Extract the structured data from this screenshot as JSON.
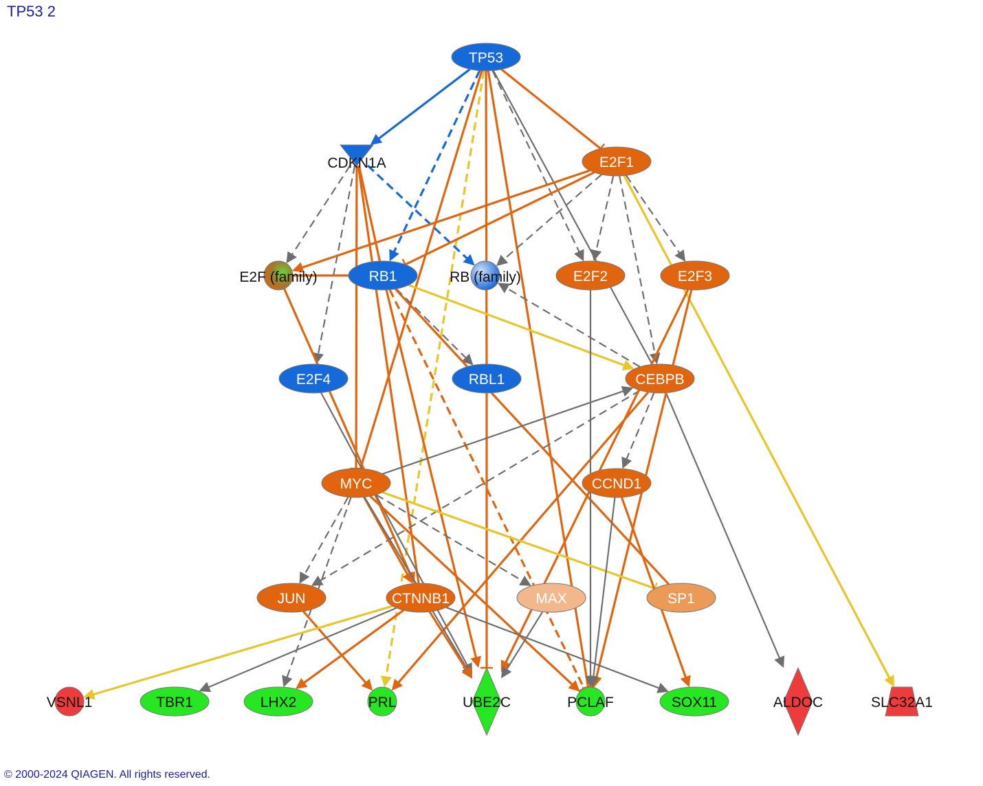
{
  "title": "TP53 2",
  "footer": "© 2000-2024 QIAGEN. All rights reserved.",
  "colors": {
    "blue": "#1669d8",
    "orange": "#e0650e",
    "light_orange": "#eb9a58",
    "pale_orange": "#f2b78d",
    "yellow": "#e8c62a",
    "gray": "#6e6e6e",
    "green": "#27e622",
    "red": "#ee3b3b"
  },
  "nodes": [
    {
      "id": "TP53",
      "label": "TP53",
      "shape": "ellipse",
      "fill": "blue"
    },
    {
      "id": "CDKN1A",
      "label": "CDKN1A",
      "shape": "triangle-down",
      "fill": "blue"
    },
    {
      "id": "E2F1",
      "label": "E2F1",
      "shape": "ellipse",
      "fill": "orange"
    },
    {
      "id": "E2Ffam",
      "label": "E2F (family)",
      "shape": "circle",
      "fill": "orange-green"
    },
    {
      "id": "RB1",
      "label": "RB1",
      "shape": "ellipse",
      "fill": "blue"
    },
    {
      "id": "RBfam",
      "label": "RB (family)",
      "shape": "circle",
      "fill": "blue-gradient"
    },
    {
      "id": "E2F2",
      "label": "E2F2",
      "shape": "ellipse",
      "fill": "orange"
    },
    {
      "id": "E2F3",
      "label": "E2F3",
      "shape": "ellipse",
      "fill": "orange"
    },
    {
      "id": "E2F4",
      "label": "E2F4",
      "shape": "ellipse",
      "fill": "blue"
    },
    {
      "id": "RBL1",
      "label": "RBL1",
      "shape": "ellipse",
      "fill": "blue"
    },
    {
      "id": "CEBPB",
      "label": "CEBPB",
      "shape": "ellipse",
      "fill": "orange"
    },
    {
      "id": "MYC",
      "label": "MYC",
      "shape": "ellipse",
      "fill": "orange"
    },
    {
      "id": "CCND1",
      "label": "CCND1",
      "shape": "ellipse",
      "fill": "orange"
    },
    {
      "id": "JUN",
      "label": "JUN",
      "shape": "ellipse",
      "fill": "orange"
    },
    {
      "id": "CTNNB1",
      "label": "CTNNB1",
      "shape": "ellipse",
      "fill": "orange"
    },
    {
      "id": "MAX",
      "label": "MAX",
      "shape": "ellipse",
      "fill": "pale_orange"
    },
    {
      "id": "SP1",
      "label": "SP1",
      "shape": "ellipse",
      "fill": "light_orange"
    },
    {
      "id": "VSNL1",
      "label": "VSNL1",
      "shape": "circle",
      "fill": "red"
    },
    {
      "id": "TBR1",
      "label": "TBR1",
      "shape": "ellipse",
      "fill": "green"
    },
    {
      "id": "LHX2",
      "label": "LHX2",
      "shape": "ellipse",
      "fill": "green"
    },
    {
      "id": "PRL",
      "label": "PRL",
      "shape": "circle",
      "fill": "green"
    },
    {
      "id": "UBE2C",
      "label": "UBE2C",
      "shape": "diamond",
      "fill": "green"
    },
    {
      "id": "PCLAF",
      "label": "PCLAF",
      "shape": "circle",
      "fill": "green"
    },
    {
      "id": "SOX11",
      "label": "SOX11",
      "shape": "ellipse",
      "fill": "green"
    },
    {
      "id": "ALDOC",
      "label": "ALDOC",
      "shape": "diamond",
      "fill": "red"
    },
    {
      "id": "SLC32A1",
      "label": "SLC32A1",
      "shape": "trapezoid",
      "fill": "red"
    }
  ],
  "edges": [
    {
      "from": "TP53",
      "to": "CDKN1A",
      "color": "blue",
      "style": "solid",
      "head": "arrow"
    },
    {
      "from": "TP53",
      "to": "RB1",
      "color": "blue",
      "style": "dashed",
      "head": "arrow"
    },
    {
      "from": "TP53",
      "to": "E2F1",
      "color": "orange",
      "style": "solid",
      "head": "bar"
    },
    {
      "from": "TP53",
      "to": "PRL",
      "color": "yellow",
      "style": "dashed",
      "head": "arrow"
    },
    {
      "from": "TP53",
      "to": "RBL1",
      "color": "orange",
      "style": "solid",
      "head": "none"
    },
    {
      "from": "TP53",
      "to": "MYC",
      "color": "orange",
      "style": "solid",
      "head": "none"
    },
    {
      "from": "TP53",
      "to": "PCLAF",
      "color": "orange",
      "style": "solid",
      "head": "bar"
    },
    {
      "from": "TP53",
      "to": "E2F2",
      "color": "gray",
      "style": "dashed",
      "head": "arrow"
    },
    {
      "from": "TP53",
      "to": "CEBPB",
      "color": "gray",
      "style": "solid",
      "head": "none"
    },
    {
      "from": "CDKN1A",
      "to": "RBfam",
      "color": "blue",
      "style": "dashed",
      "head": "arrow"
    },
    {
      "from": "CDKN1A",
      "to": "RB1",
      "color": "orange",
      "style": "solid",
      "head": "none"
    },
    {
      "from": "CDKN1A",
      "to": "E2Ffam",
      "color": "gray",
      "style": "dashed",
      "head": "arrow"
    },
    {
      "from": "CDKN1A",
      "to": "E2F4",
      "color": "gray",
      "style": "dashed",
      "head": "arrow"
    },
    {
      "from": "CDKN1A",
      "to": "MYC",
      "color": "orange",
      "style": "solid",
      "head": "bar"
    },
    {
      "from": "CDKN1A",
      "to": "CTNNB1",
      "color": "orange",
      "style": "solid",
      "head": "none"
    },
    {
      "from": "E2F1",
      "to": "E2Ffam",
      "color": "orange",
      "style": "solid",
      "head": "arrow"
    },
    {
      "from": "E2F1",
      "to": "RB1",
      "color": "orange",
      "style": "solid",
      "head": "bar"
    },
    {
      "from": "E2F1",
      "to": "RBfam",
      "color": "gray",
      "style": "dashed",
      "head": "arrow"
    },
    {
      "from": "E2F1",
      "to": "E2F2",
      "color": "gray",
      "style": "dashed",
      "head": "arrow"
    },
    {
      "from": "E2F1",
      "to": "E2F3",
      "color": "gray",
      "style": "dashed",
      "head": "arrow"
    },
    {
      "from": "E2F1",
      "to": "SLC32A1",
      "color": "yellow",
      "style": "solid",
      "head": "arrow"
    },
    {
      "from": "E2F1",
      "to": "CEBPB",
      "color": "gray",
      "style": "dashed",
      "head": "arrow"
    },
    {
      "from": "RB1",
      "to": "E2Ffam",
      "color": "orange",
      "style": "solid",
      "head": "none"
    },
    {
      "from": "RB1",
      "to": "CEBPB",
      "color": "yellow",
      "style": "solid",
      "head": "arrow"
    },
    {
      "from": "RB1",
      "to": "RBL1",
      "color": "gray",
      "style": "dashed",
      "head": "arrow"
    },
    {
      "from": "RB1",
      "to": "UBE2C",
      "color": "orange",
      "style": "solid",
      "head": "arrow"
    },
    {
      "from": "RB1",
      "to": "PCLAF",
      "color": "orange",
      "style": "dashed",
      "head": "bar"
    },
    {
      "from": "RB1",
      "to": "SP1",
      "color": "orange",
      "style": "solid",
      "head": "none"
    },
    {
      "from": "E2Ffam",
      "to": "CTNNB1",
      "color": "orange",
      "style": "solid",
      "head": "arrow"
    },
    {
      "from": "RBL1",
      "to": "UBE2C",
      "color": "orange",
      "style": "solid",
      "head": "bar"
    },
    {
      "from": "E2F4",
      "to": "UBE2C",
      "color": "gray",
      "style": "solid",
      "head": "arrow"
    },
    {
      "from": "CEBPB",
      "to": "RBfam",
      "color": "gray",
      "style": "dashed",
      "head": "arrow"
    },
    {
      "from": "CEBPB",
      "to": "CCND1",
      "color": "gray",
      "style": "dashed",
      "head": "arrow"
    },
    {
      "from": "CEBPB",
      "to": "JUN",
      "color": "gray",
      "style": "dashed",
      "head": "arrow"
    },
    {
      "from": "CEBPB",
      "to": "PRL",
      "color": "orange",
      "style": "solid",
      "head": "arrow"
    },
    {
      "from": "CEBPB",
      "to": "ALDOC",
      "color": "gray",
      "style": "solid",
      "head": "arrow"
    },
    {
      "from": "E2F3",
      "to": "UBE2C",
      "color": "orange",
      "style": "solid",
      "head": "arrow"
    },
    {
      "from": "E2F3",
      "to": "PCLAF",
      "color": "orange",
      "style": "solid",
      "head": "arrow"
    },
    {
      "from": "E2F2",
      "to": "PCLAF",
      "color": "gray",
      "style": "solid",
      "head": "arrow"
    },
    {
      "from": "MYC",
      "to": "CEBPB",
      "color": "gray",
      "style": "solid",
      "head": "arrow"
    },
    {
      "from": "MYC",
      "to": "JUN",
      "color": "gray",
      "style": "dashed",
      "head": "arrow"
    },
    {
      "from": "MYC",
      "to": "LHX2",
      "color": "gray",
      "style": "dashed",
      "head": "arrow"
    },
    {
      "from": "MYC",
      "to": "CTNNB1",
      "color": "orange",
      "style": "solid",
      "head": "arrow"
    },
    {
      "from": "MYC",
      "to": "MAX",
      "color": "gray",
      "style": "dashed",
      "head": "arrow"
    },
    {
      "from": "MYC",
      "to": "SP1",
      "color": "yellow",
      "style": "solid",
      "head": "bar"
    },
    {
      "from": "MYC",
      "to": "PCLAF",
      "color": "orange",
      "style": "solid",
      "head": "arrow"
    },
    {
      "from": "MYC",
      "to": "UBE2C",
      "color": "gray",
      "style": "solid",
      "head": "arrow"
    },
    {
      "from": "CCND1",
      "to": "SOX11",
      "color": "orange",
      "style": "solid",
      "head": "arrow"
    },
    {
      "from": "CCND1",
      "to": "PCLAF",
      "color": "gray",
      "style": "solid",
      "head": "arrow"
    },
    {
      "from": "JUN",
      "to": "PRL",
      "color": "orange",
      "style": "solid",
      "head": "arrow"
    },
    {
      "from": "CTNNB1",
      "to": "VSNL1",
      "color": "yellow",
      "style": "solid",
      "head": "arrow"
    },
    {
      "from": "CTNNB1",
      "to": "TBR1",
      "color": "gray",
      "style": "solid",
      "head": "arrow"
    },
    {
      "from": "CTNNB1",
      "to": "LHX2",
      "color": "orange",
      "style": "solid",
      "head": "arrow"
    },
    {
      "from": "CTNNB1",
      "to": "SOX11",
      "color": "gray",
      "style": "solid",
      "head": "arrow"
    },
    {
      "from": "CTNNB1",
      "to": "UBE2C",
      "color": "orange",
      "style": "solid",
      "head": "arrow"
    },
    {
      "from": "MAX",
      "to": "UBE2C",
      "color": "gray",
      "style": "solid",
      "head": "arrow"
    }
  ]
}
